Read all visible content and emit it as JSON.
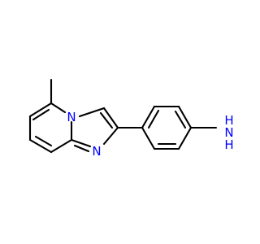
{
  "molecule": {
    "atoms": {
      "n_bridge": {
        "text": "N",
        "color": "#0000ff"
      },
      "n_imine": {
        "text": "N",
        "color": "#0000ff"
      },
      "n_amine_h": {
        "text": "H",
        "color": "#0000ff"
      },
      "n_amine_n": {
        "text": "N",
        "color": "#0000ff"
      },
      "n_amine_h2": {
        "text": "H",
        "color": "#0000ff"
      }
    },
    "bond_color": "#000000"
  }
}
